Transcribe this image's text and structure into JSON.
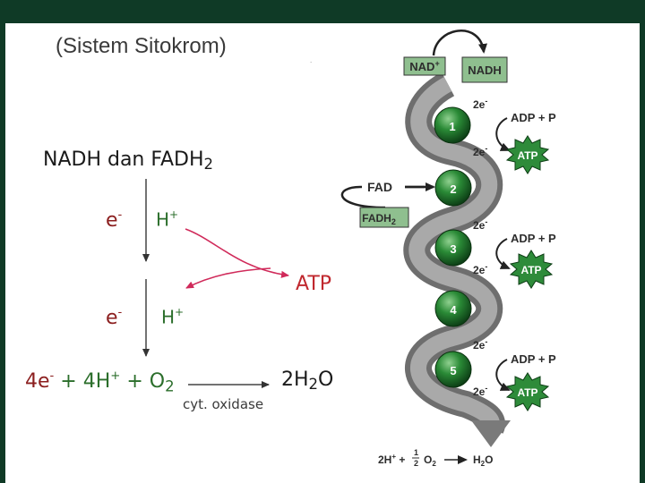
{
  "title": "(Sistem Sitokrom)",
  "dot": ".",
  "left_panel": {
    "heading_main": "NADH dan FADH",
    "heading_sub": "2",
    "electron_top": "e",
    "electron_top_sup": "-",
    "proton_top": "H",
    "proton_top_sup": "+",
    "electron_bottom": "e",
    "electron_bottom_sup": "-",
    "proton_bottom": "H",
    "proton_bottom_sup": "+",
    "atp_label": "ATP",
    "equation": {
      "p1": "4e",
      "p1_sup": "-",
      "p2": " + 4H",
      "p2_sup": "+",
      "p3": " + O",
      "p3_sub": "2",
      "product_main": "2H",
      "product_sub": "2",
      "product_end": "O",
      "enzyme": "cyt. oxidase"
    }
  },
  "chain": {
    "nad_plus": "NAD",
    "nad_plus_sup": "+",
    "nadh": "NADH",
    "fad": "FAD",
    "fadh2": "FADH",
    "fadh2_sub": "2",
    "carriers": [
      "1",
      "2",
      "3",
      "4",
      "5"
    ],
    "two_e": "2e",
    "two_e_sup": "-",
    "adp_p": "ADP + P",
    "atp": "ATP",
    "bottom_left_a": "2H",
    "bottom_left_a_sup": "+",
    "bottom_left_b": " + ",
    "half_num": "1",
    "half_den": "2",
    "o2": "O",
    "o2_sub": "2",
    "h2o": "H",
    "h2o_sub": "2",
    "h2o_end": "O"
  },
  "colors": {
    "frame": "#0f3a26",
    "electron": "#8b1e1e",
    "proton": "#2b6e2b",
    "atp": "#c0282e",
    "sphere": "#1f6b2a",
    "starburst": "#2e8b3a",
    "helix": "#8c8c8c"
  }
}
